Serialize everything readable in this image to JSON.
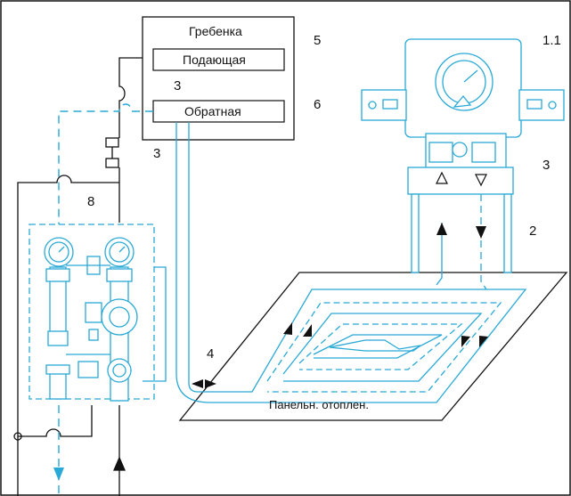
{
  "colors": {
    "line": "#111111",
    "pipe": "#29a9d6",
    "equipment": "#29a9d6",
    "background": "#ffffff"
  },
  "manifold": {
    "title": "Гребенка",
    "supply_label": "Подающая",
    "return_label": "Обратная"
  },
  "panel": {
    "label": "Панельн. отоплен."
  },
  "numbers": {
    "n5": "5",
    "n6": "6",
    "n1_1": "1.1",
    "n3_manifold": "3",
    "n3_left": "3",
    "n3_right": "3",
    "n8": "8",
    "n2": "2",
    "n4": "4"
  },
  "icons": {
    "pump": "circulation-pump-icon",
    "thermometer": "thermometer-gauge-icon",
    "thermostat": "thermostatic-dial-icon",
    "valve": "ball-valve-icon"
  }
}
